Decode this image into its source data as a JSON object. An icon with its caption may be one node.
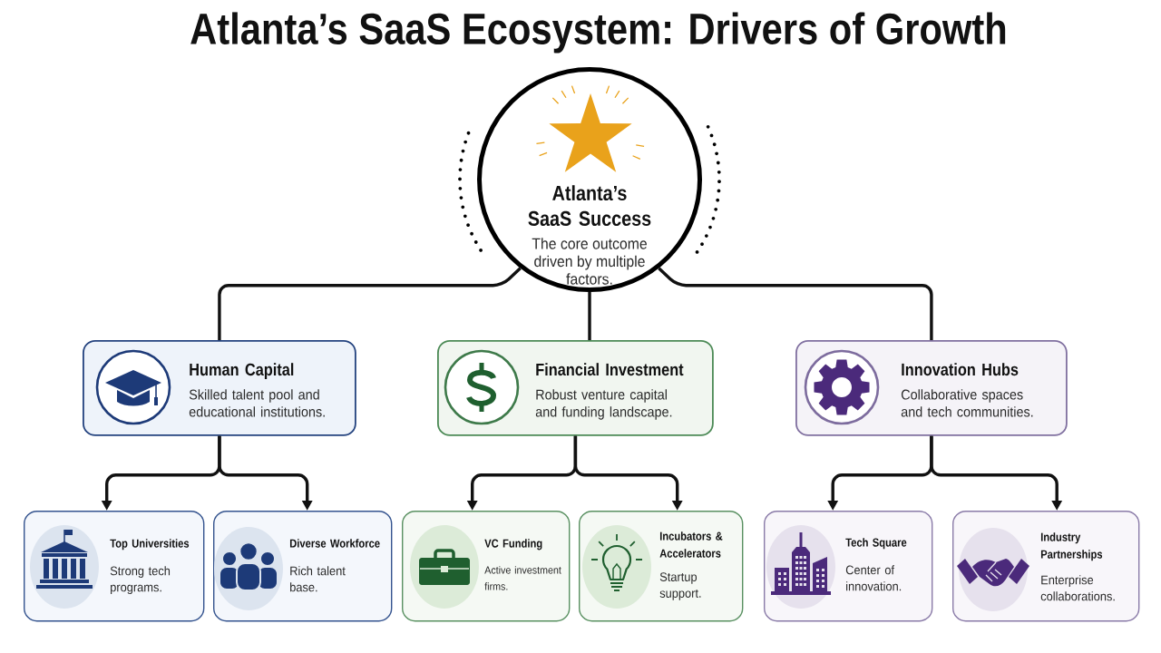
{
  "diagram": {
    "title": "Atlanta’s SaaS Ecosystem: Drivers of Growth",
    "nodes": [
      {
        "text": [
          "Atlanta’s SaaS Success",
          "The core outcome driven by multiple factors."
        ]
      },
      {
        "text": [
          "Human Capital",
          "Skilled talent pool and educational institutions."
        ]
      },
      {
        "text": [
          "Financial Investment",
          "Robust venture capital and funding landscape."
        ]
      },
      {
        "text": [
          "Innovation Hubs",
          "Collaborative spaces and tech communities."
        ]
      },
      {
        "text": [
          "Top Universities",
          "Strong tech programs."
        ]
      },
      {
        "text": [
          "Diverse Workforce",
          "Rich talent base."
        ]
      },
      {
        "text": [
          "VC Funding",
          "Active investment firms."
        ]
      },
      {
        "text": [
          "Incubators & Accelerators",
          "Startup support."
        ]
      },
      {
        "text": [
          "Tech Square",
          "Center of innovation."
        ]
      },
      {
        "text": [
          "Industry Partnerships",
          "Enterprise collaborations."
        ]
      }
    ],
    "edges": [
      {
        "from": 0,
        "to": 1,
        "arrow": "none"
      },
      {
        "from": 0,
        "to": 2,
        "arrow": "none"
      },
      {
        "from": 0,
        "to": 3,
        "arrow": "none"
      },
      {
        "from": 1,
        "to": 4,
        "arrow": "to"
      },
      {
        "from": 1,
        "to": 5,
        "arrow": "to"
      },
      {
        "from": 2,
        "to": 6,
        "arrow": "to"
      },
      {
        "from": 2,
        "to": 7,
        "arrow": "to"
      },
      {
        "from": 3,
        "to": 8,
        "arrow": "to"
      },
      {
        "from": 3,
        "to": 9,
        "arrow": "to"
      }
    ]
  }
}
